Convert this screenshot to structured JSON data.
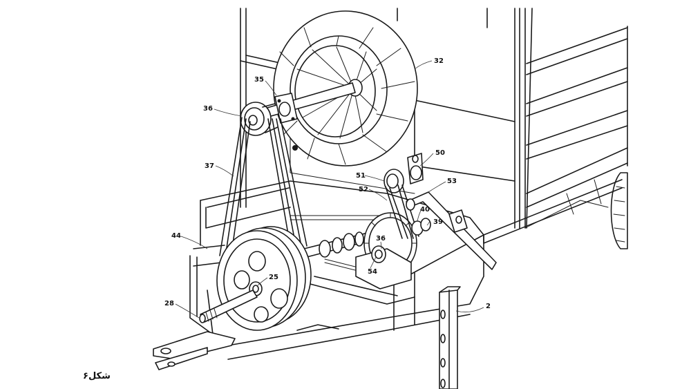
{
  "figure": {
    "caption": "شکل۶",
    "labels": [
      {
        "id": "32",
        "text": "32"
      },
      {
        "id": "35",
        "text": "35"
      },
      {
        "id": "36a",
        "text": "36"
      },
      {
        "id": "37",
        "text": "37"
      },
      {
        "id": "44",
        "text": "44"
      },
      {
        "id": "25",
        "text": "25"
      },
      {
        "id": "28",
        "text": "28"
      },
      {
        "id": "50",
        "text": "50"
      },
      {
        "id": "51",
        "text": "51"
      },
      {
        "id": "52",
        "text": "52"
      },
      {
        "id": "53",
        "text": "53"
      },
      {
        "id": "40",
        "text": "40"
      },
      {
        "id": "39",
        "text": "39"
      },
      {
        "id": "36b",
        "text": "36"
      },
      {
        "id": "54",
        "text": "54"
      },
      {
        "id": "2",
        "text": "2"
      }
    ]
  }
}
